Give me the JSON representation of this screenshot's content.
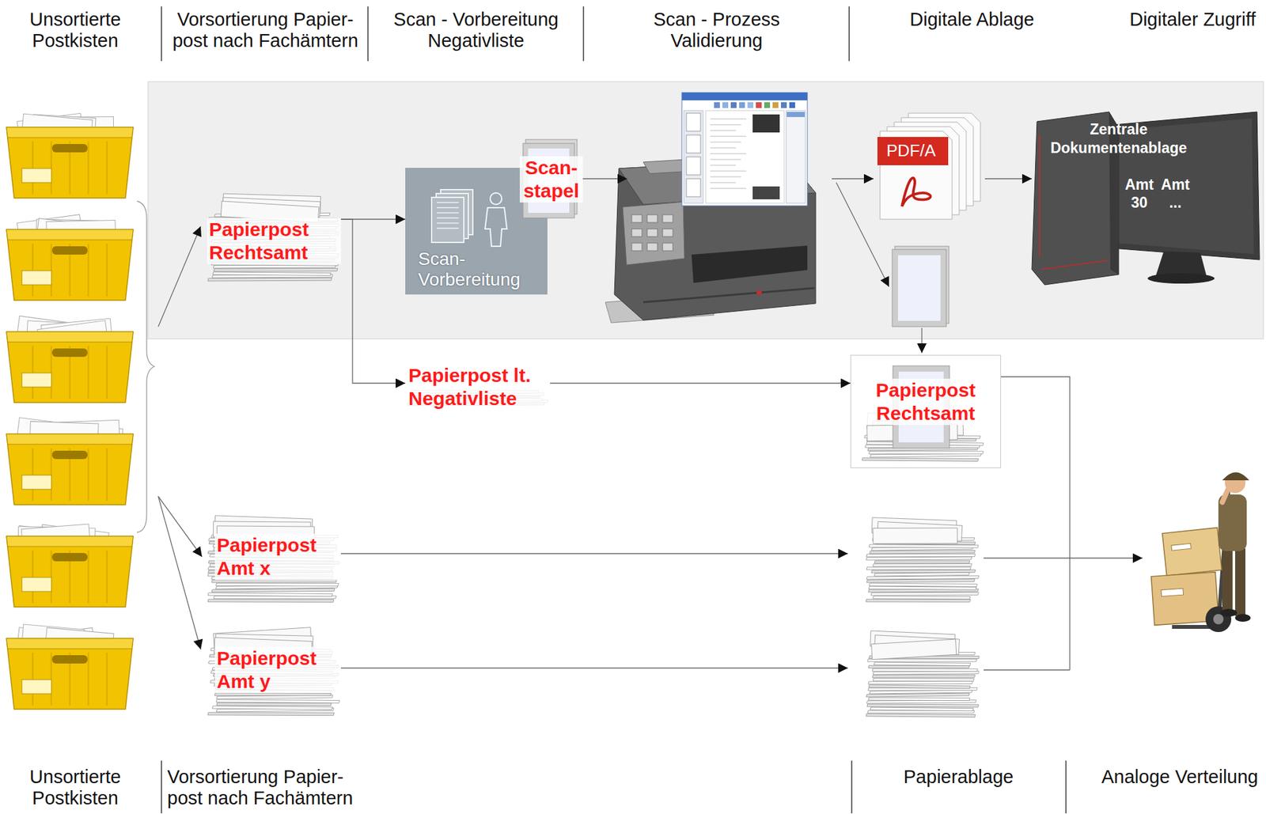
{
  "diagram": {
    "nodes": [
      {
        "text": [
          "Papierpost Rechtsamt"
        ]
      },
      {
        "text": [
          "Scan- Vorbereitung"
        ]
      },
      {
        "text": [
          "Scan- stapel"
        ]
      },
      {
        "text": [
          "PDF/A"
        ]
      },
      {
        "text": [
          "Zentrale Dokumentenablage",
          "Amt 30",
          "Amt ..."
        ]
      },
      {
        "text": [
          "Papierpost lt. Negativliste"
        ]
      },
      {
        "text": [
          "Papierpost Rechtsamt"
        ]
      },
      {
        "text": [
          "Papierpost Amt x"
        ]
      },
      {
        "text": [
          "Papierpost Amt y"
        ]
      }
    ],
    "edges": [
      {
        "from": 0,
        "to": 1,
        "arrow": "to"
      },
      {
        "from": 0,
        "to": 5,
        "arrow": "to"
      },
      {
        "from": 3,
        "to": 4,
        "arrow": "to"
      },
      {
        "from": 5,
        "to": 6,
        "arrow": "to"
      }
    ],
    "labels": [
      "Unsortierte Postkisten",
      "Vorsortierung Papier- post nach Fachämtern",
      "Scan - Vorbereitung Negativliste",
      "Scan - Prozess Validierung",
      "Digitale Ablage",
      "Digitaler Zugriff",
      "Unsortierte Postkisten",
      "Vorsortierung Papier- post nach Fachämtern",
      "Papierablage",
      "Analoge Verteilung"
    ]
  }
}
